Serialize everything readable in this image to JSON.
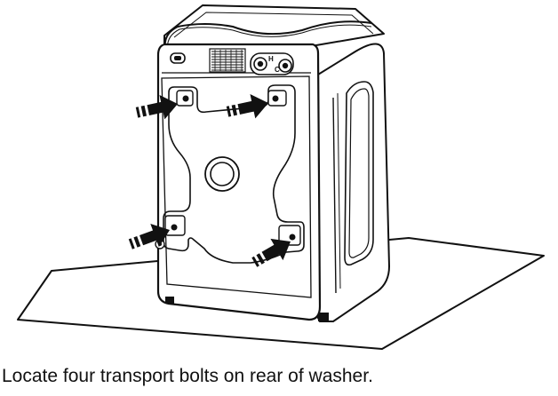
{
  "figure": {
    "caption": "Locate four transport bolts on rear of washer.",
    "panel_labels": {
      "hot": "H",
      "cold": "C"
    }
  },
  "colors": {
    "line": "#111111",
    "background": "#ffffff"
  }
}
